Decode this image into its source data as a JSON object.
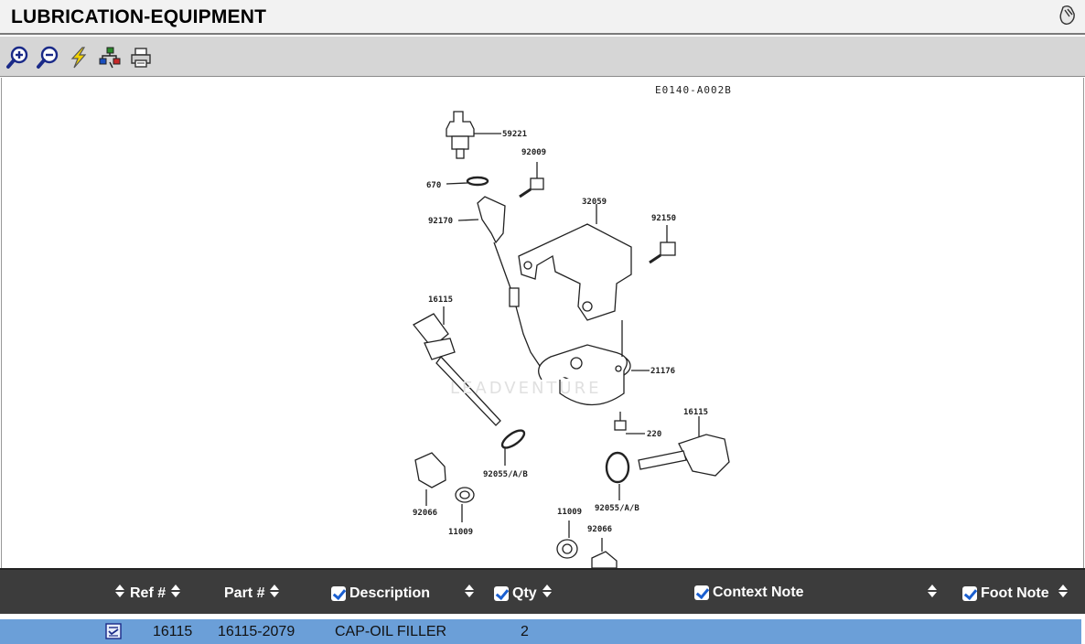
{
  "window": {
    "title": "LUBRICATION-EQUIPMENT"
  },
  "toolbar": {
    "buttons": [
      {
        "icon": "zoom-in-icon"
      },
      {
        "icon": "zoom-out-icon"
      },
      {
        "icon": "lightning-icon"
      },
      {
        "icon": "tree-icon"
      },
      {
        "icon": "print-icon"
      }
    ]
  },
  "diagram": {
    "code": "E0140-A002B",
    "watermark": "LEADVENTURE",
    "callouts": [
      "59221",
      "92009",
      "670",
      "92170",
      "32059",
      "92150",
      "16115",
      "21176",
      "220",
      "16115",
      "92055/A/B",
      "92055/A/B",
      "92066",
      "11009",
      "11009",
      "92066"
    ]
  },
  "table": {
    "columns": [
      {
        "label": "Ref #",
        "checkbox": false
      },
      {
        "label": "Part #",
        "checkbox": false
      },
      {
        "label": "Description",
        "checkbox": true
      },
      {
        "label": "Qty",
        "checkbox": true
      },
      {
        "label": "Context Note",
        "checkbox": true
      },
      {
        "label": "Foot Note",
        "checkbox": true
      }
    ],
    "rows": [
      {
        "ref": "16115",
        "part": "16115-2079",
        "description": "CAP-OIL FILLER",
        "qty": "2",
        "context_note": "",
        "foot_note": "",
        "selected": true
      }
    ]
  },
  "colors": {
    "header_bg": "#3c3c3c",
    "selected_row": "#6b9fd8",
    "toolbar_bg": "#d6d6d6",
    "checkbox_mark": "#1a5fd0"
  }
}
